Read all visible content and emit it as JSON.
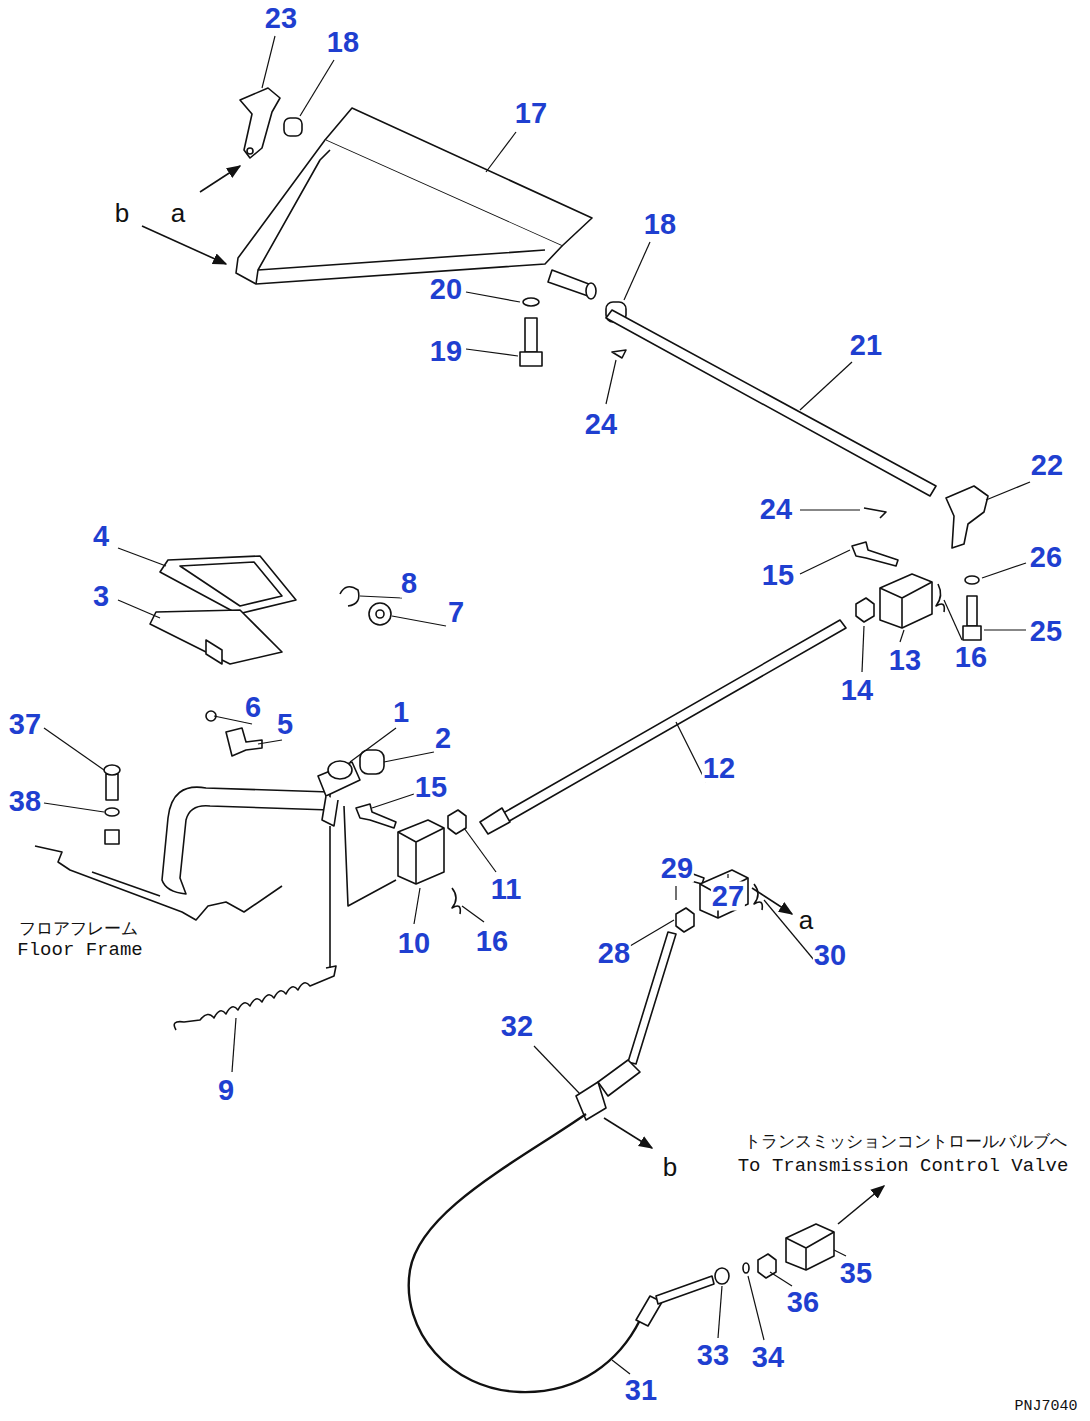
{
  "diagram": {
    "labels": [
      "23",
      "18",
      "17",
      "b",
      "a",
      "18",
      "20",
      "19",
      "21",
      "24",
      "22",
      "24",
      "15",
      "26",
      "4",
      "3",
      "8",
      "7",
      "16",
      "25",
      "14",
      "13",
      "37",
      "6",
      "5",
      "1",
      "2",
      "38",
      "15",
      "12",
      "11",
      "フロアフレーム",
      "Floor Frame",
      "10",
      "16",
      "29",
      "27",
      "a",
      "30",
      "28",
      "9",
      "32",
      "b",
      "トランスミッションコントロールバルブへ",
      "To Transmission Control Valve",
      "35",
      "36",
      "33",
      "34",
      "31",
      "PNJ7040"
    ]
  }
}
